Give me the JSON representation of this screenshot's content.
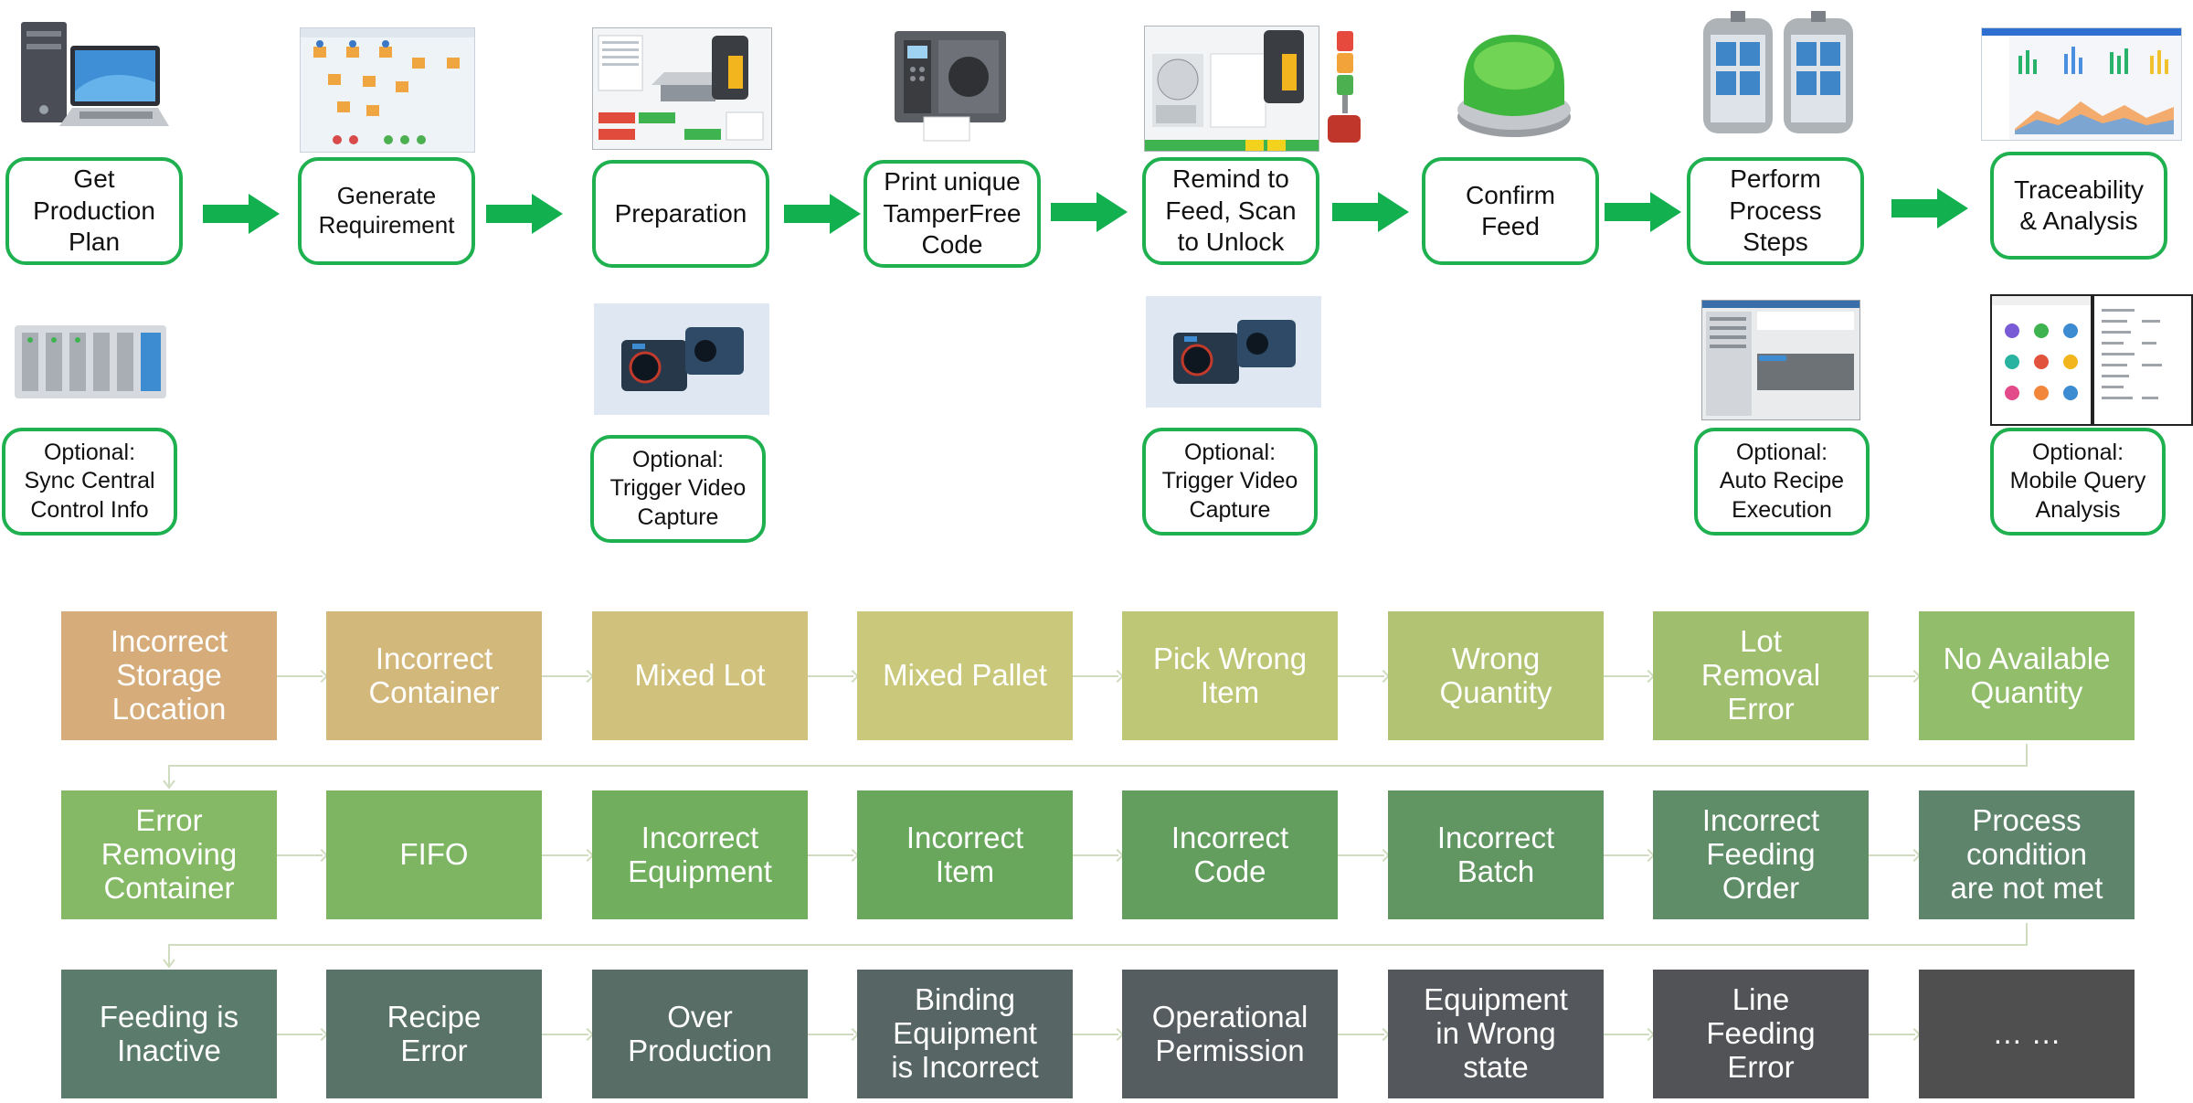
{
  "process": {
    "steps": [
      {
        "id": "get-production-plan",
        "label": "Get\nProduction\nPlan"
      },
      {
        "id": "generate-requirement",
        "label": "Generate\nRequirement"
      },
      {
        "id": "preparation",
        "label": "Preparation"
      },
      {
        "id": "print-code",
        "label": "Print unique\nTamperFree\nCode"
      },
      {
        "id": "remind-feed",
        "label": "Remind to\nFeed, Scan\nto Unlock"
      },
      {
        "id": "confirm-feed",
        "label": "Confirm\nFeed"
      },
      {
        "id": "perform-steps",
        "label": "Perform\nProcess\nSteps"
      },
      {
        "id": "traceability",
        "label": "Traceability\n& Analysis"
      }
    ],
    "optional": [
      {
        "id": "sync-central",
        "label": "Optional:\nSync Central\nControl Info"
      },
      {
        "id": "video-prep",
        "label": "Optional:\nTrigger Video\nCapture"
      },
      {
        "id": "video-feed",
        "label": "Optional:\nTrigger Video\nCapture"
      },
      {
        "id": "auto-recipe",
        "label": "Optional:\nAuto Recipe\nExecution"
      },
      {
        "id": "mobile-query",
        "label": "Optional:\nMobile Query\nAnalysis"
      }
    ]
  },
  "errors": {
    "rows": [
      [
        {
          "label": "Incorrect\nStorage\nLocation",
          "color": "#d6ad7a"
        },
        {
          "label": "Incorrect\nContainer",
          "color": "#d3b87b"
        },
        {
          "label": "Mixed Lot",
          "color": "#d0c17c"
        },
        {
          "label": "Mixed Pallet",
          "color": "#cac97b"
        },
        {
          "label": "Pick Wrong\nItem",
          "color": "#bec775"
        },
        {
          "label": "Wrong\nQuantity",
          "color": "#b2c474"
        },
        {
          "label": "Lot\nRemoval\nError",
          "color": "#a0bf6e"
        },
        {
          "label": "No Available\nQuantity",
          "color": "#92bd6b"
        }
      ],
      [
        {
          "label": "Error\nRemoving\nContainer",
          "color": "#86b966"
        },
        {
          "label": "FIFO",
          "color": "#7db563"
        },
        {
          "label": "Incorrect\nEquipment",
          "color": "#71af5e"
        },
        {
          "label": "Incorrect\nItem",
          "color": "#69a75d"
        },
        {
          "label": "Incorrect\nCode",
          "color": "#639e5f"
        },
        {
          "label": "Incorrect\nBatch",
          "color": "#619561"
        },
        {
          "label": "Incorrect\nFeeding\nOrder",
          "color": "#5f8d67"
        },
        {
          "label": "Process\ncondition\nare not met",
          "color": "#5e846b"
        }
      ],
      [
        {
          "label": "Feeding is\nInactive",
          "color": "#5b7b6c"
        },
        {
          "label": "Recipe\nError",
          "color": "#597369"
        },
        {
          "label": "Over\nProduction",
          "color": "#586d66"
        },
        {
          "label": "Binding\nEquipment\nis Incorrect",
          "color": "#576564"
        },
        {
          "label": "Operational\nPermission",
          "color": "#565d60"
        },
        {
          "label": "Equipment\nin Wrong\nstate",
          "color": "#54575b"
        },
        {
          "label": "Line\nFeeding\nError",
          "color": "#525356"
        },
        {
          "label": "… …",
          "color": "#4f4f50"
        }
      ]
    ]
  },
  "colors": {
    "step_border": "#1fb04f",
    "arrow": "#13b050",
    "connector": "#cfdcc0"
  }
}
